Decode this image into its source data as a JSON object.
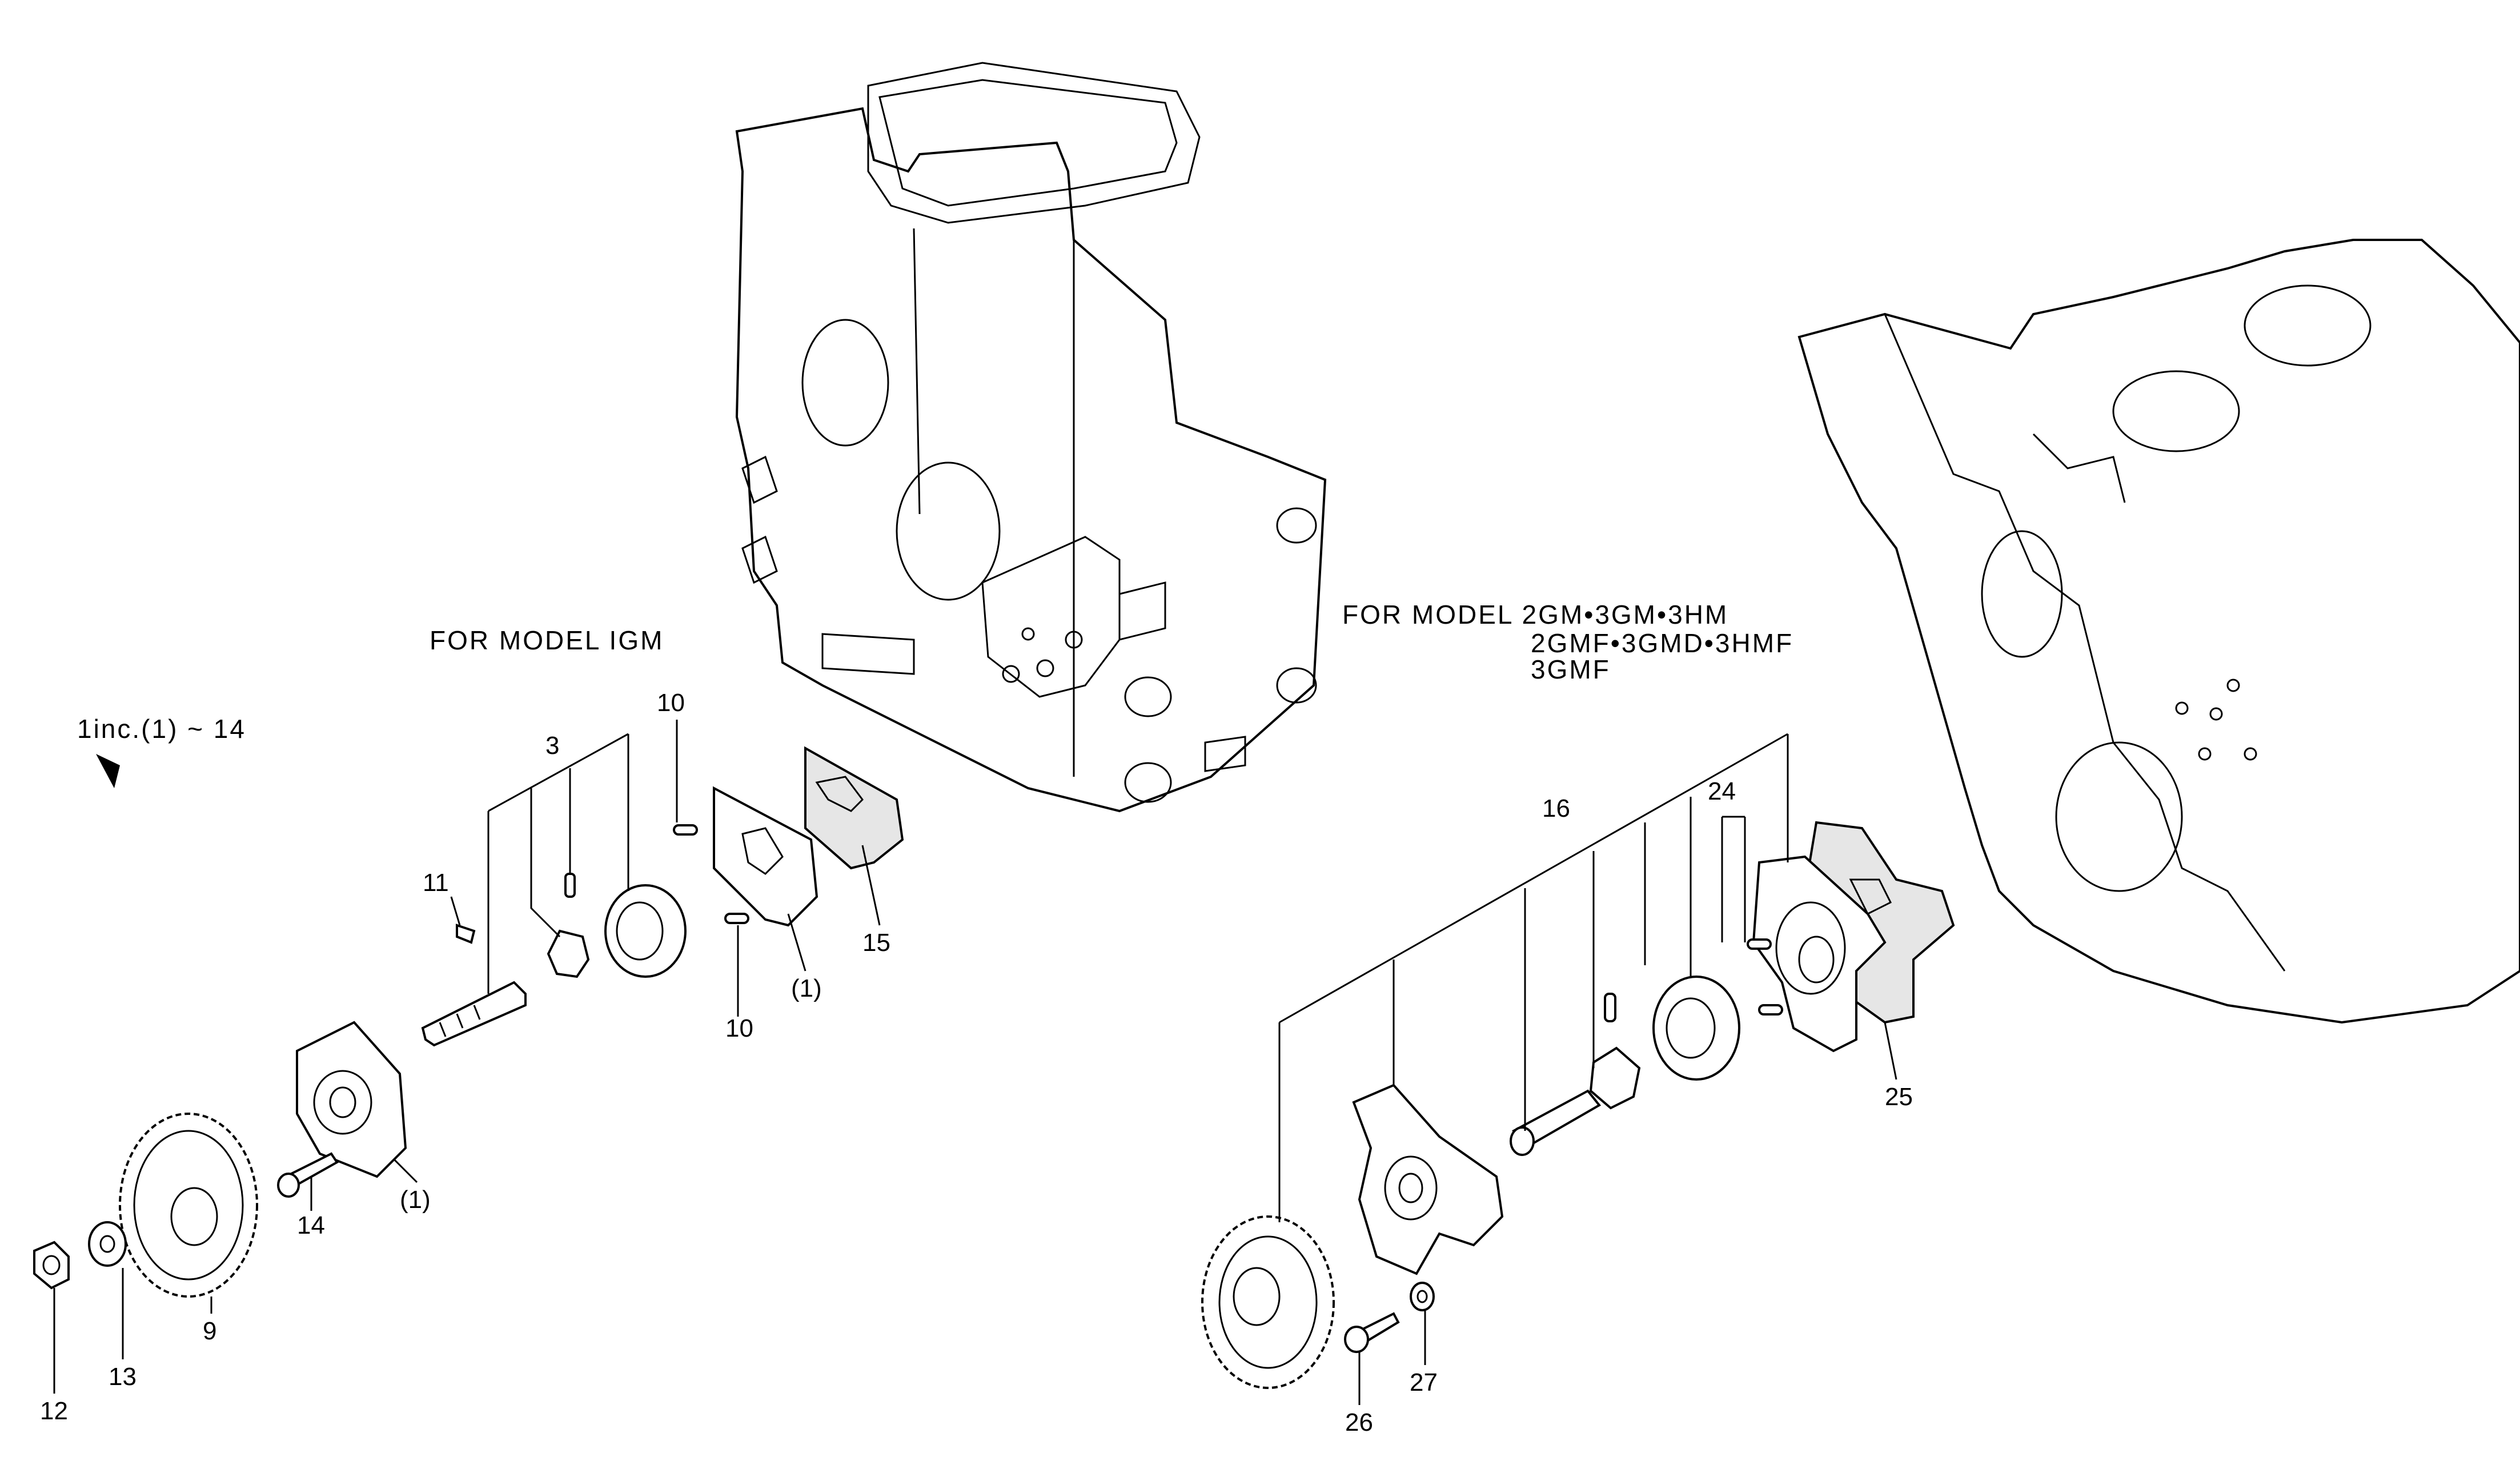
{
  "headings": {
    "left_model": "FOR MODEL IGM",
    "right_model_line1": "FOR MODEL 2GM•3GM•3HM",
    "right_model_line2": "2GMF•3GMD•3HMF",
    "right_model_line3": "3GMF",
    "inc_note": "1inc.(1) ~ 14"
  },
  "callouts": {
    "p3": "3",
    "p10a": "10",
    "p10b": "10",
    "p11": "11",
    "p15": "15",
    "p1a": "(1)",
    "p1b": "(1)",
    "p14": "14",
    "p9": "9",
    "p13": "13",
    "p12": "12",
    "p16": "16",
    "p24": "24",
    "p25": "25",
    "p26": "26",
    "p27": "27"
  }
}
